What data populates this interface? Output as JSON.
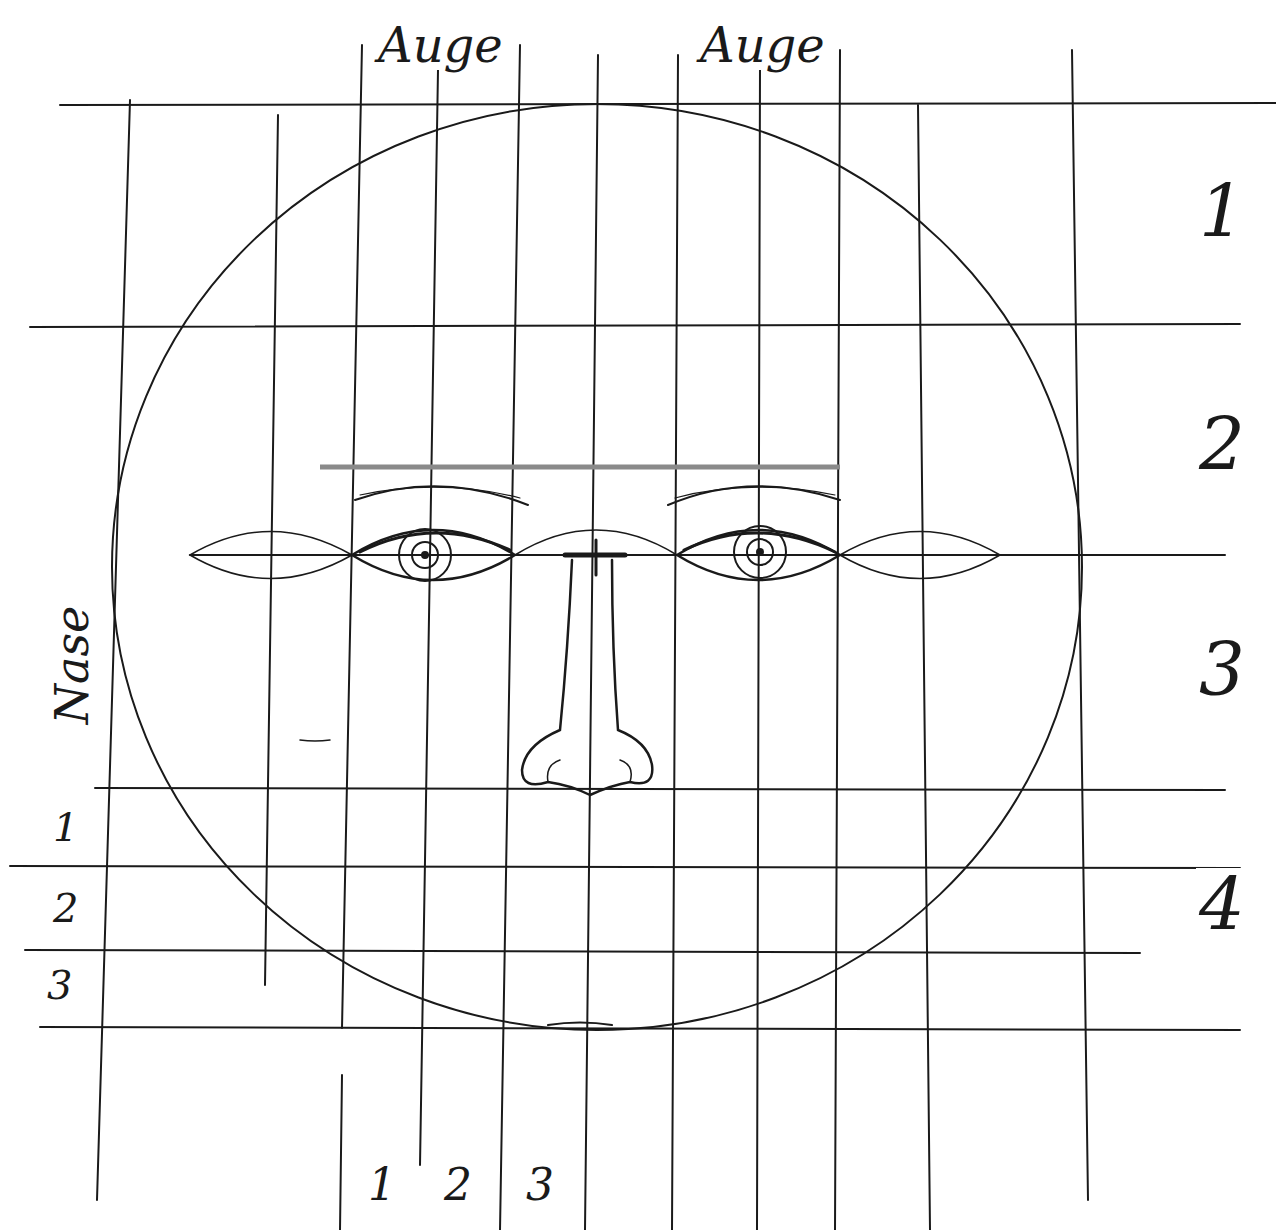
{
  "diagram": {
    "labels": [
      "Auge",
      "Auge",
      "1",
      "2",
      "3",
      "4",
      "Nase",
      "1",
      "2",
      "3",
      "1",
      "2",
      "3"
    ]
  }
}
